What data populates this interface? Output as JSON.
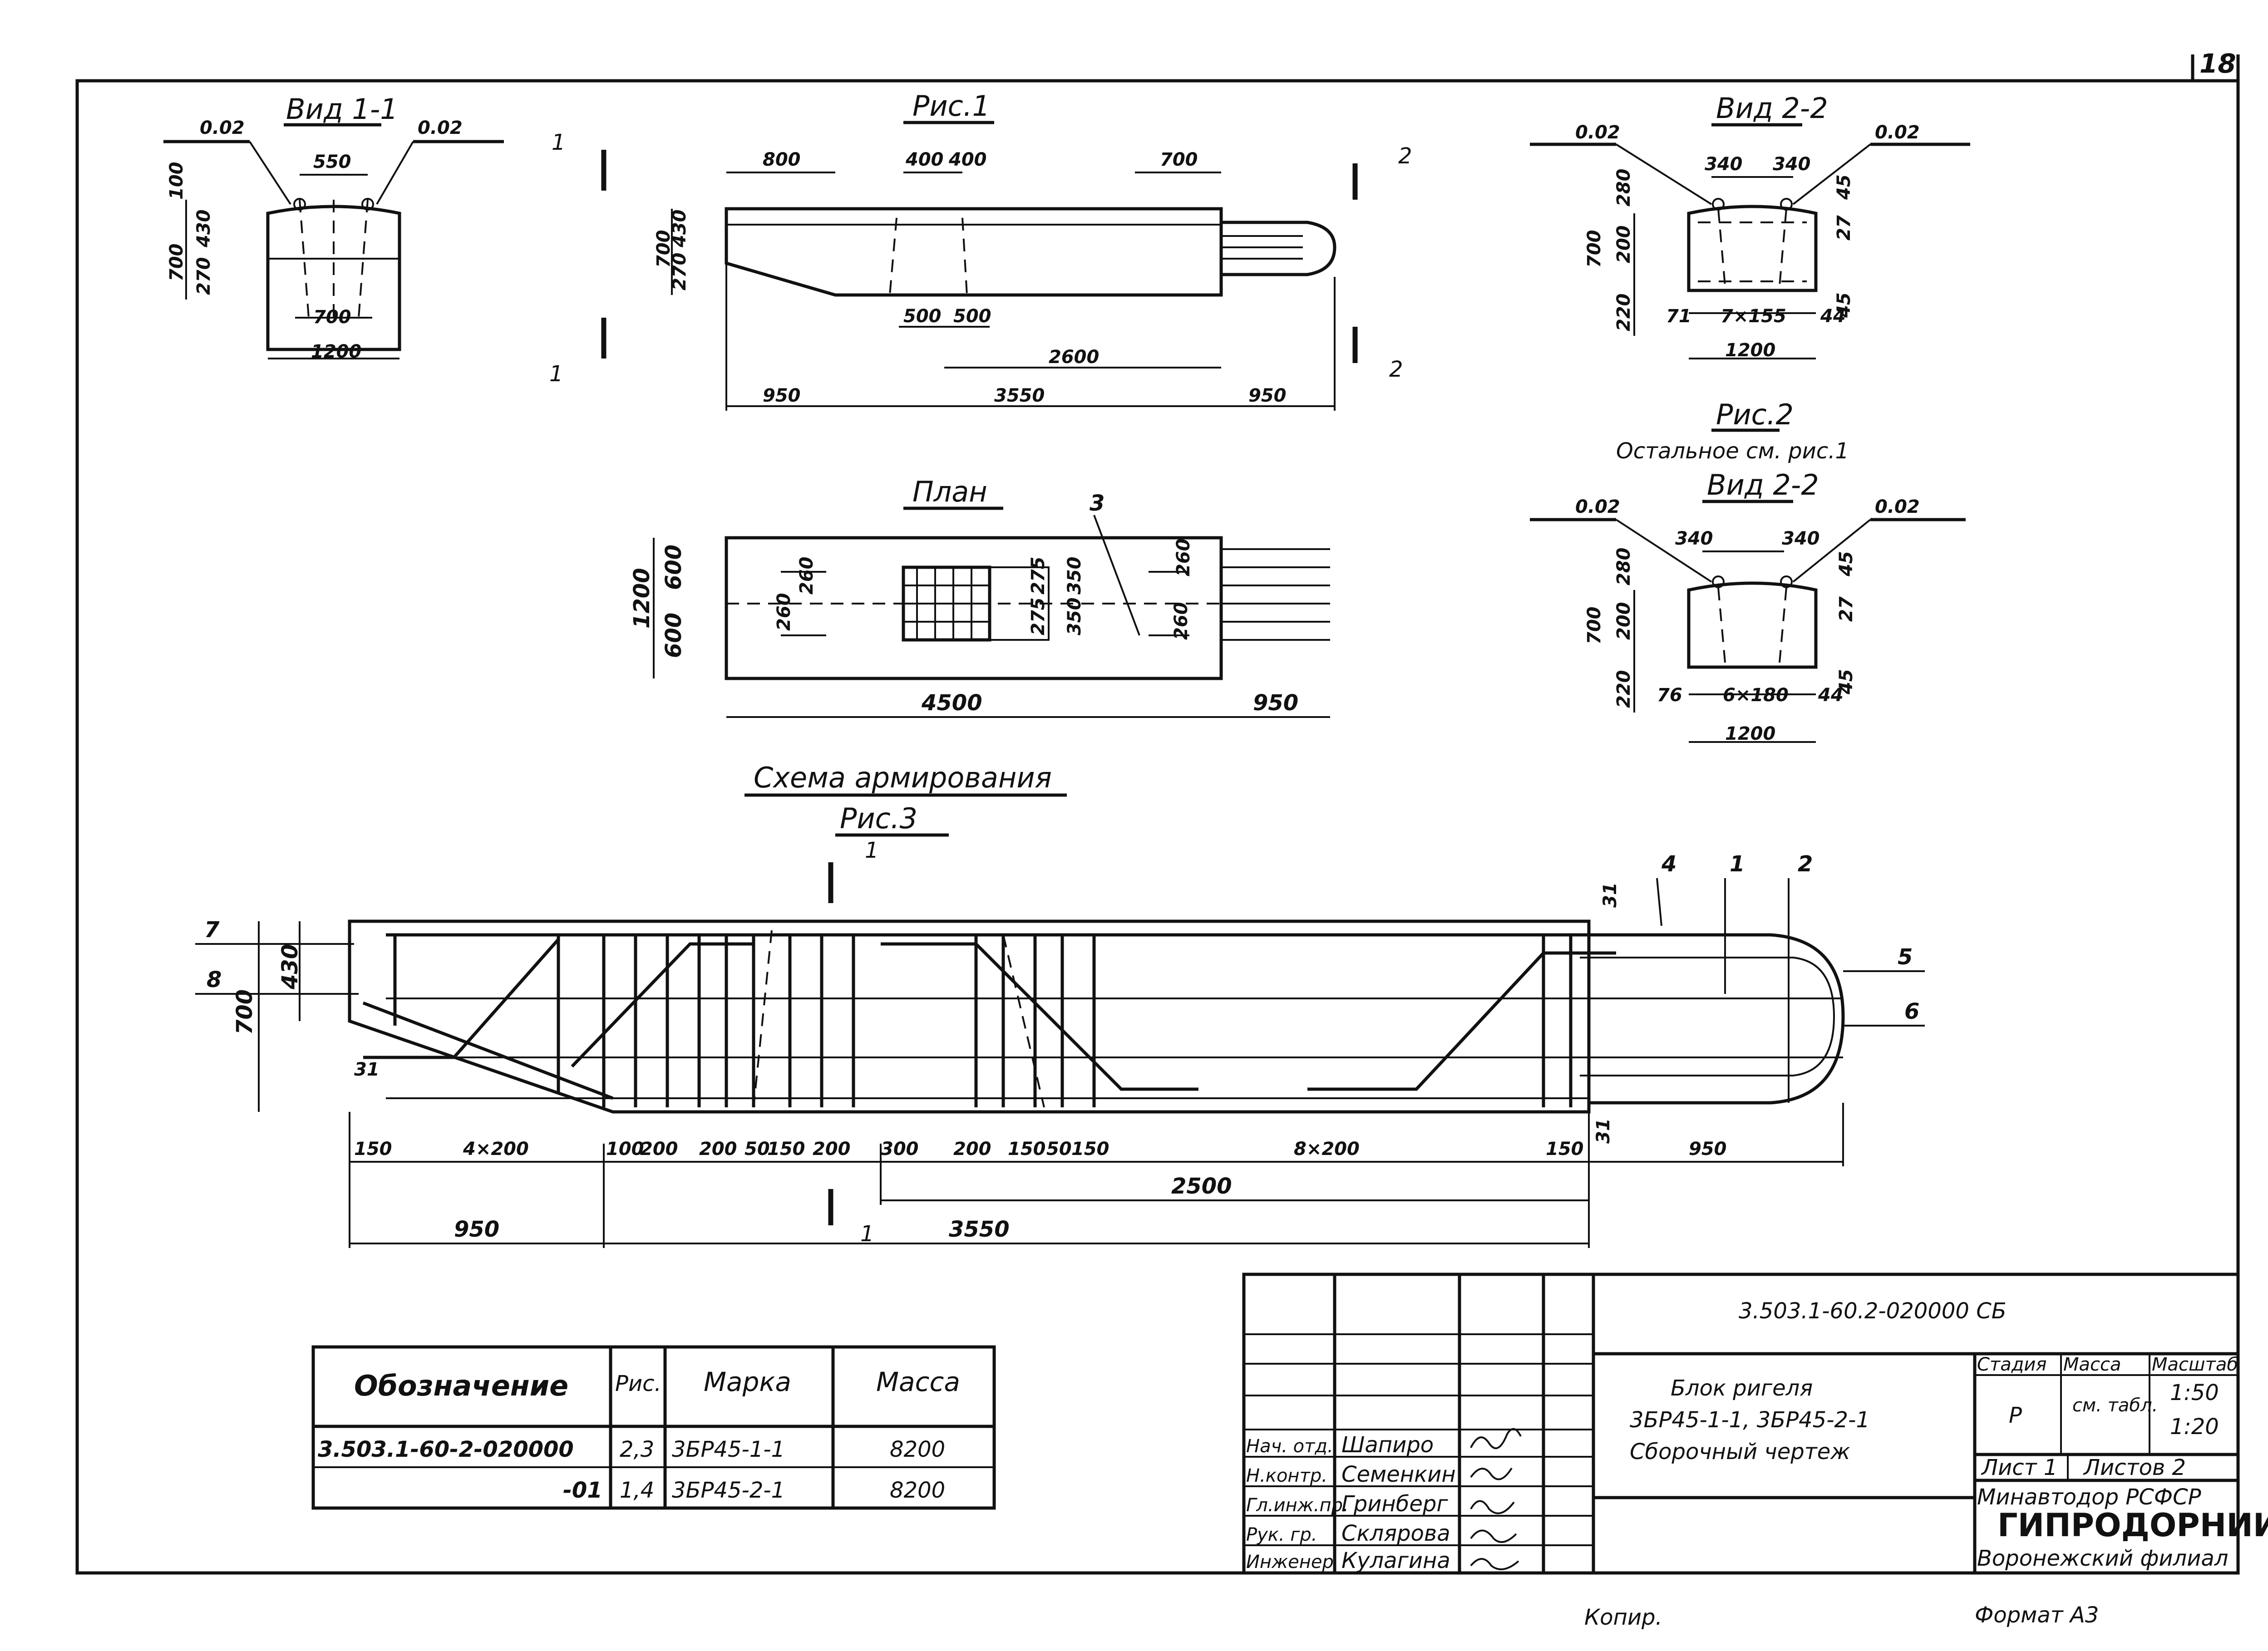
{
  "page_number": "18",
  "view_1_1": {
    "title": "Вид 1-1",
    "slope_left": "0.02",
    "slope_right": "0.02",
    "dim_top": "550",
    "dim_bottom": "700",
    "dim_width": "1200",
    "dim_h_total": "700",
    "dim_h_upper": "430",
    "dim_h_lower": "270",
    "dim_h_top": "100"
  },
  "fig1": {
    "title": "Рис.1",
    "dims_top": [
      "800",
      "400",
      "400",
      "700"
    ],
    "dims_mid": [
      "500",
      "500",
      "2600"
    ],
    "dims_bottom": [
      "950",
      "3550",
      "950"
    ],
    "dims_vert": [
      "700",
      "430",
      "270"
    ],
    "section_marks": [
      "1",
      "1",
      "2",
      "2"
    ]
  },
  "view_2_2": {
    "title": "Вид 2-2",
    "slope_left": "0.02",
    "slope_right": "0.02",
    "dims_top": [
      "340",
      "340"
    ],
    "dims_vert_left": [
      "700",
      "280",
      "200",
      "220"
    ],
    "dims_vert_right": [
      "45",
      "27",
      "45"
    ],
    "dims_bottom": [
      "71",
      "7×155",
      "44"
    ],
    "dim_width": "1200"
  },
  "fig2": {
    "title": "Рис.2",
    "subtitle": "Остальное см. рис.1",
    "view_title": "Вид 2-2",
    "slope_left": "0.02",
    "slope_right": "0.02",
    "dims_top": [
      "340",
      "340"
    ],
    "dims_vert_left": [
      "700",
      "280",
      "200",
      "220"
    ],
    "dims_vert_right": [
      "45",
      "27",
      "45"
    ],
    "dims_bottom": [
      "76",
      "6×180",
      "44"
    ],
    "dim_width": "1200"
  },
  "plan": {
    "title": "План",
    "callout": "3",
    "dims_vert": [
      "1200",
      "600",
      "600"
    ],
    "dims_inner": [
      "260",
      "260",
      "350",
      "275",
      "275",
      "350",
      "260",
      "260"
    ],
    "dims_bottom": [
      "4500",
      "950"
    ]
  },
  "fig3": {
    "title": "Схема армирования",
    "subtitle": "Рис.3",
    "section_marks": [
      "1",
      "1"
    ],
    "callouts": [
      "7",
      "8",
      "4",
      "1",
      "2",
      "5",
      "6"
    ],
    "dims_vert": [
      "700",
      "430",
      "31",
      "31",
      "31"
    ],
    "dims_bottom": [
      "150",
      "4×200",
      "100",
      "200",
      "200",
      "50",
      "150",
      "200",
      "300",
      "200",
      "150",
      "50",
      "150",
      "8×200",
      "150",
      "950"
    ],
    "dim_2500": "2500",
    "dim_950": "950",
    "dim_3550": "3550"
  },
  "spec_table": {
    "headers": [
      "Обозначение",
      "Рис.",
      "Марка",
      "Масса"
    ],
    "rows": [
      [
        "3.503.1-60-2-020000",
        "2,3",
        "3БР45-1-1",
        "8200"
      ],
      [
        "-01",
        "1,4",
        "3БР45-2-1",
        "8200"
      ]
    ]
  },
  "title_block": {
    "code": "3.503.1-60.2-020000 СБ",
    "name_lines": [
      "Блок ригеля",
      "3БР45-1-1, 3БР45-2-1",
      "Сборочный чертеж"
    ],
    "stage_header": "Стадия",
    "mass_header": "Масса",
    "scale_header": "Масштаб",
    "stage": "Р",
    "mass": "см. табл.",
    "scales": [
      "1:50",
      "1:20"
    ],
    "sheet": "Лист 1",
    "sheets": "Листов 2",
    "org_lines": [
      "Минавтодор РСФСР",
      "ГИПРОДОРНИИ",
      "Воронежский филиал"
    ],
    "roles": [
      "Нач. отд.",
      "Н.контр.",
      "Гл.инж.пр.",
      "Рук. гр.",
      "Инженер"
    ],
    "names": [
      "Шапиро",
      "Семенкин",
      "Гринберг",
      "Склярова",
      "Кулагина"
    ]
  },
  "footer": {
    "copied": "Копир.",
    "format": "Формат А3"
  }
}
